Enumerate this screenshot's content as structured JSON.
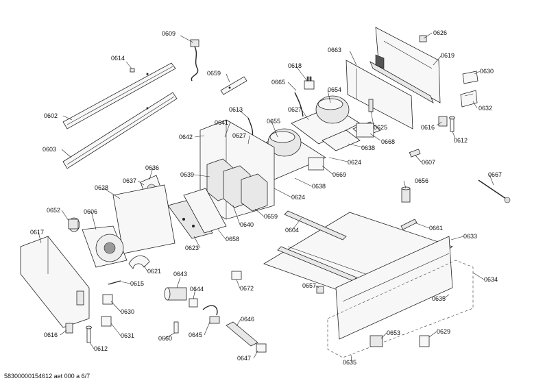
{
  "diagram": {
    "footer_text": "58300000154612 aet 000 a 6/7",
    "part_labels": {
      "p0609": "0609",
      "p0614": "0614",
      "p0659a": "0659",
      "p0602": "0602",
      "p0603": "0603",
      "p0626": "0626",
      "p0663": "0663",
      "p0619": "0619",
      "p0618": "0618",
      "p0630a": "0630",
      "p0665": "0665",
      "p0654": "0654",
      "p0632": "0632",
      "p0613": "0613",
      "p0627a": "0627",
      "p0641": "0641",
      "p0655": "0655",
      "p0627b": "0627",
      "p0625": "0625",
      "p0616a": "0616",
      "p0612a": "0612",
      "p0642": "0642",
      "p0668": "0668",
      "p0638a": "0638",
      "p0607": "0607",
      "p0624a": "0624",
      "p0636": "0636",
      "p0639": "0639",
      "p0669": "0669",
      "p0667": "0667",
      "p0637": "0637",
      "p0638b": "0638",
      "p0656": "0656",
      "p0628": "0628",
      "p0624b": "0624",
      "p0652": "0652",
      "p0606": "0606",
      "p0659b": "0659",
      "p0661": "0661",
      "p0640": "0640",
      "p0604": "0604",
      "p0617": "0617",
      "p0658": "0658",
      "p0633": "0633",
      "p0623": "0623",
      "p0621": "0621",
      "p0643": "0643",
      "p0672": "0672",
      "p0634": "0634",
      "p0615": "0615",
      "p0644": "0644",
      "p0657": "0657",
      "p0635a": "0635",
      "p0630b": "0630",
      "p0646": "0646",
      "p0616b": "0616",
      "p0631": "0631",
      "p0660": "0660",
      "p0645": "0645",
      "p0653": "0653",
      "p0629": "0629",
      "p0612b": "0612",
      "p0647": "0647",
      "p0635b": "0635"
    }
  }
}
